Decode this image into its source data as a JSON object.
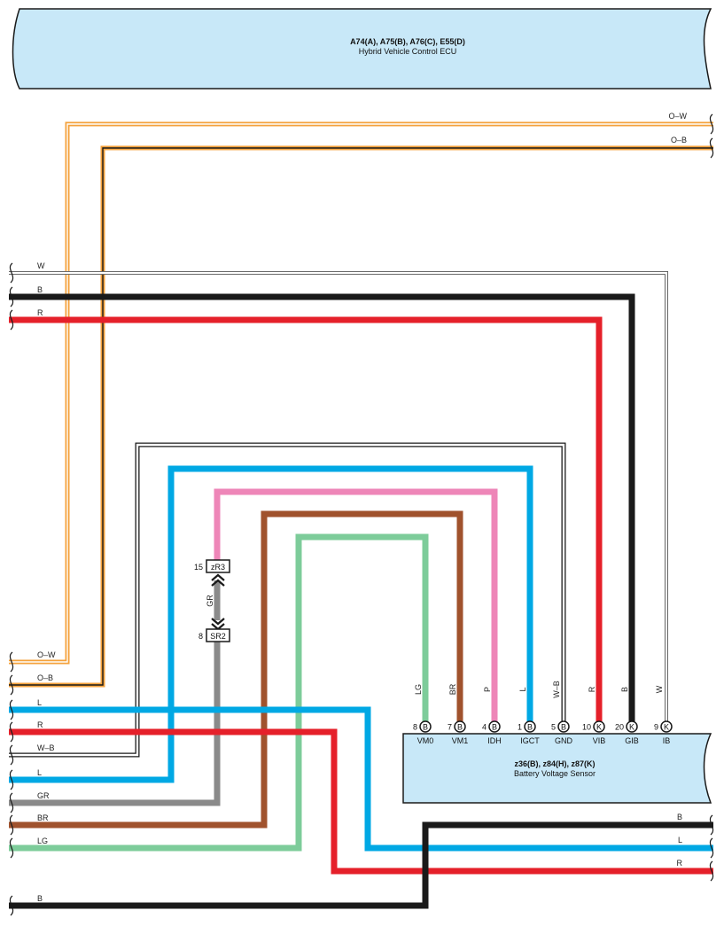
{
  "top_ecu": {
    "title": "A74(A), A75(B), A76(C), E55(D)",
    "subtitle": "Hybrid Vehicle Control ECU"
  },
  "sensor": {
    "title": "z36(B), z84(H), z87(K)",
    "subtitle": "Battery Voltage Sensor"
  },
  "colors": {
    "orange": "#f4a23c",
    "black": "#1a1a1a",
    "red": "#e5202a",
    "blue": "#00a8e4",
    "pink": "#ee86b8",
    "brown": "#a0522d",
    "lightgreen": "#7dcc9a",
    "gray": "#8a8a8a",
    "ecu_fill": "#c8e8f8"
  },
  "right_wires": [
    "O–W",
    "O–B"
  ],
  "left_wires": [
    "W",
    "B",
    "R",
    "O–W",
    "O–B",
    "L",
    "R",
    "W–B",
    "L",
    "GR",
    "BR",
    "LG",
    "B"
  ],
  "bottom_right_wires": [
    "B",
    "L",
    "R"
  ],
  "sensor_pins": [
    {
      "num": "8",
      "conn": "B",
      "name": "VM0",
      "wire": "LG"
    },
    {
      "num": "7",
      "conn": "B",
      "name": "VM1",
      "wire": "BR"
    },
    {
      "num": "4",
      "conn": "B",
      "name": "IDH",
      "wire": "P"
    },
    {
      "num": "1",
      "conn": "B",
      "name": "IGCT",
      "wire": "L"
    },
    {
      "num": "5",
      "conn": "B",
      "name": "GND",
      "wire": "W–B"
    },
    {
      "num": "10",
      "conn": "K",
      "name": "VIB",
      "wire": "R"
    },
    {
      "num": "20",
      "conn": "K",
      "name": "GIB",
      "wire": "B"
    },
    {
      "num": "9",
      "conn": "K",
      "name": "IB",
      "wire": "W"
    }
  ],
  "junctions": [
    {
      "num": "15",
      "label": "zR3"
    },
    {
      "num": "8",
      "label": "SR2"
    }
  ],
  "gr_label": "GR"
}
